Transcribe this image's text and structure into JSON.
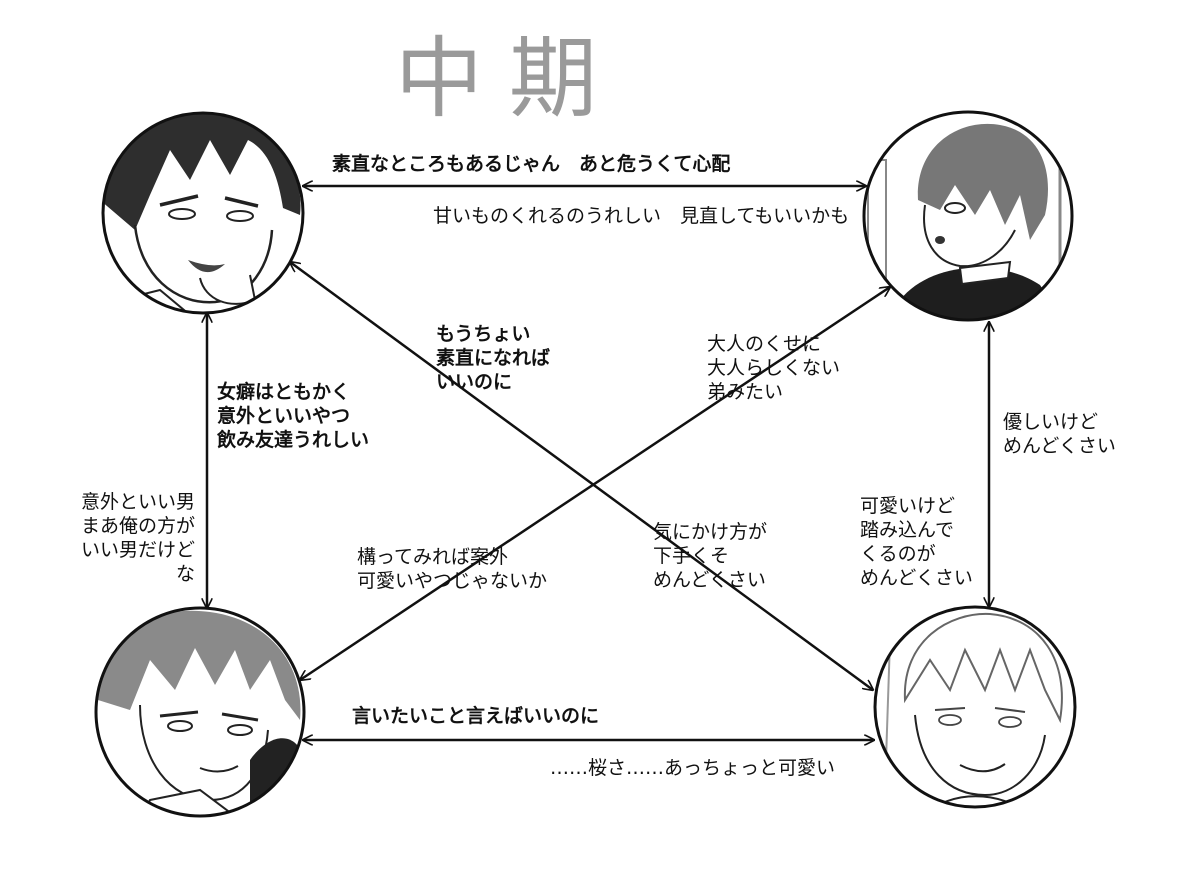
{
  "title": "中期",
  "characters": [
    {
      "id": "top-left"
    },
    {
      "id": "top-right"
    },
    {
      "id": "bottom-left"
    },
    {
      "id": "bottom-right"
    }
  ],
  "relations": {
    "tl_to_tr": "素直なところもあるじゃん　あと危うくて心配",
    "tr_to_tl": "甘いものくれるのうれしい　見直してもいいかも",
    "tl_to_br": "もうちょい\n素直になれば\nいいのに",
    "tr_to_bl": "大人のくせに\n大人らしくない\n弟みたい",
    "tl_to_bl": "女癖はともかく\n意外といいやつ\n飲み友達うれしい",
    "bl_to_tl": "意外といい男\nまあ俺の方が\nいい男だけどな",
    "tr_to_br": "優しいけど\nめんどくさい",
    "br_to_tr": "可愛いけど\n踏み込んで\nくるのが\nめんどくさい",
    "bl_to_tr": "構ってみれば案外\n可愛いやつじゃないか",
    "br_to_tl": "気にかけ方が\n下手くそ\nめんどくさい",
    "bl_to_br": "言いたいこと言えばいいのに",
    "br_to_bl": "……桜さ……あっちょっと可愛い"
  }
}
